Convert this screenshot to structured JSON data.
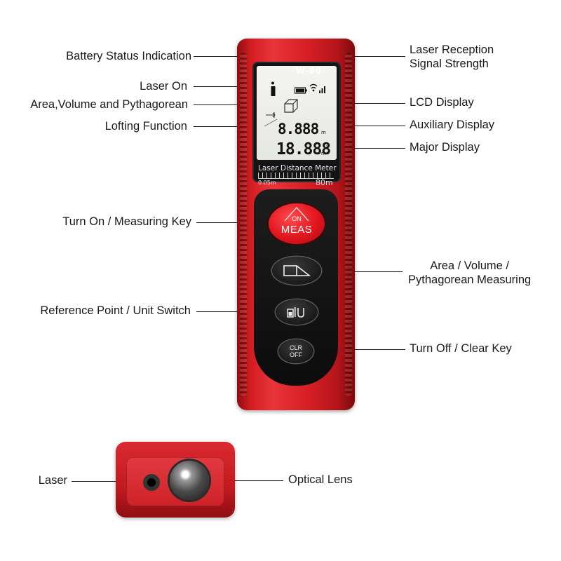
{
  "device": {
    "model": "W-80",
    "aux_reading": "8.888",
    "major_reading": "18.888",
    "aux_unit": "m",
    "major_unit": "m",
    "major_exponent": "3",
    "scale_title": "Laser Distance Meter",
    "scale_min": "0.05m",
    "scale_max": "80m",
    "meas_button_top": "ON",
    "meas_button_main": "MEAS",
    "clear_button_top": "CLR",
    "clear_button_bottom": "OFF"
  },
  "callouts_left": {
    "battery": "Battery Status Indication",
    "laser_on": "Laser On",
    "area_volume": "Area,Volume and Pythagorean",
    "lofting": "Lofting Function",
    "measuring_key": "Turn On / Measuring Key",
    "reference": "Reference Point / Unit Switch",
    "laser": "Laser"
  },
  "callouts_right": {
    "signal_line1": "Laser Reception",
    "signal_line2": "Signal Strength",
    "lcd": "LCD Display",
    "auxiliary": "Auxiliary Display",
    "major": "Major Display",
    "area_line1": "Area / Volume /",
    "area_line2": "Pythagorean Measuring",
    "clear_key": "Turn Off / Clear Key",
    "optical_lens": "Optical Lens"
  },
  "colors": {
    "body_red": "#d61f25",
    "keypad_black": "#111111",
    "lcd_background": "#eceee9"
  },
  "icons": [
    "battery-icon",
    "laser-on-icon",
    "signal-strength-icon",
    "area-volume-icon",
    "lofting-icon",
    "area-shape-icon",
    "reference-point-icon"
  ]
}
